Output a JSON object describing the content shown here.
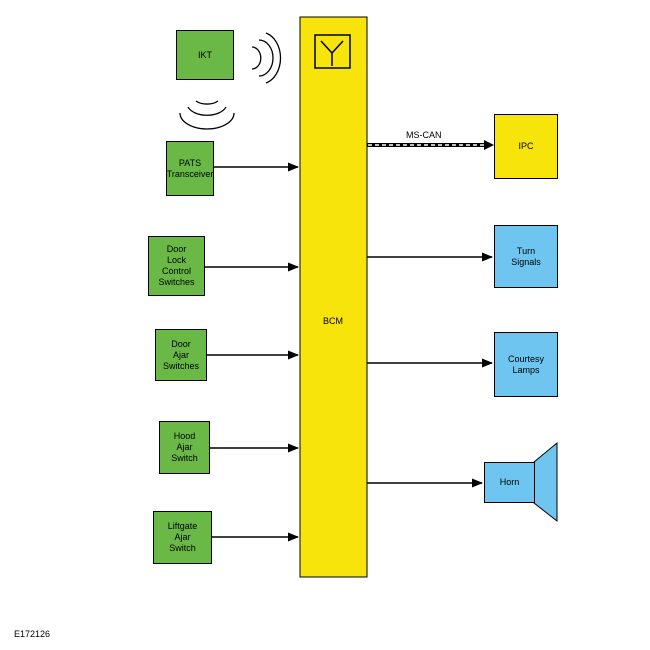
{
  "colors": {
    "green": "#6ab946",
    "blue": "#6ec6f0",
    "yellow": "#f7e40a"
  },
  "inputs": [
    {
      "id": "ikt",
      "label": "IKT"
    },
    {
      "id": "pats",
      "label": "PATS\nTransceiver"
    },
    {
      "id": "door-lock",
      "label": "Door\nLock\nControl\nSwitches"
    },
    {
      "id": "door-ajar",
      "label": "Door\nAjar\nSwitches"
    },
    {
      "id": "hood-ajar",
      "label": "Hood\nAjar\nSwitch"
    },
    {
      "id": "liftgate-ajar",
      "label": "Liftgate\nAjar\nSwitch"
    }
  ],
  "bcm": {
    "label": "BCM",
    "antenna_icon": "antenna-icon"
  },
  "network": {
    "label": "MS-CAN"
  },
  "outputs": [
    {
      "id": "ipc",
      "label": "IPC"
    },
    {
      "id": "turn-signals",
      "label": "Turn\nSignals"
    },
    {
      "id": "courtesy-lamps",
      "label": "Courtesy\nLamps"
    },
    {
      "id": "horn",
      "label": "Horn",
      "icon": "horn-icon"
    }
  ],
  "figure_code": "E172126"
}
